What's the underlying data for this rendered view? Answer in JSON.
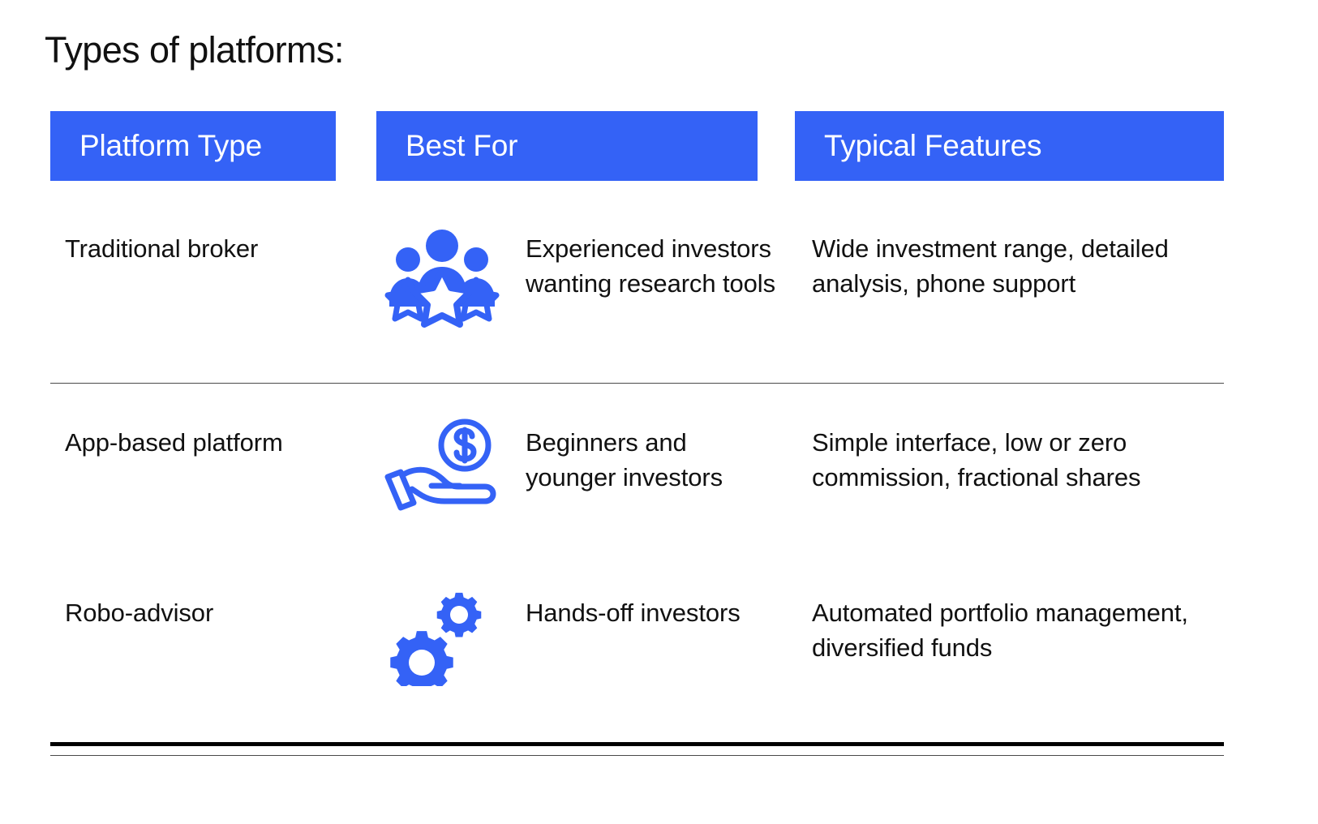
{
  "title": "Types of platforms:",
  "colors": {
    "header_bg": "#3462F6",
    "header_text": "#FFFFFF",
    "icon_blue": "#3462F6",
    "body_text": "#111111",
    "divider": "#4A4A4A",
    "bottom_rule": "#000000",
    "page_bg": "#FFFFFF"
  },
  "table": {
    "headers": [
      {
        "label": "Platform Type"
      },
      {
        "label": "Best For"
      },
      {
        "label": "Typical Features"
      }
    ],
    "rows": [
      {
        "platform_type": "Traditional broker",
        "icon": "group-of-people-with-stars-icon",
        "best_for": "Experienced investors wanting research tools",
        "typical_features": "Wide investment range, detailed analysis, phone support"
      },
      {
        "platform_type": "App-based platform",
        "icon": "hand-holding-dollar-coin-icon",
        "best_for": "Beginners and younger investors",
        "typical_features": "Simple interface, low or zero commission, fractional shares"
      },
      {
        "platform_type": "Robo-advisor",
        "icon": "gears-icon",
        "best_for": "Hands-off investors",
        "typical_features": "Automated portfolio management, diversified funds"
      }
    ]
  }
}
